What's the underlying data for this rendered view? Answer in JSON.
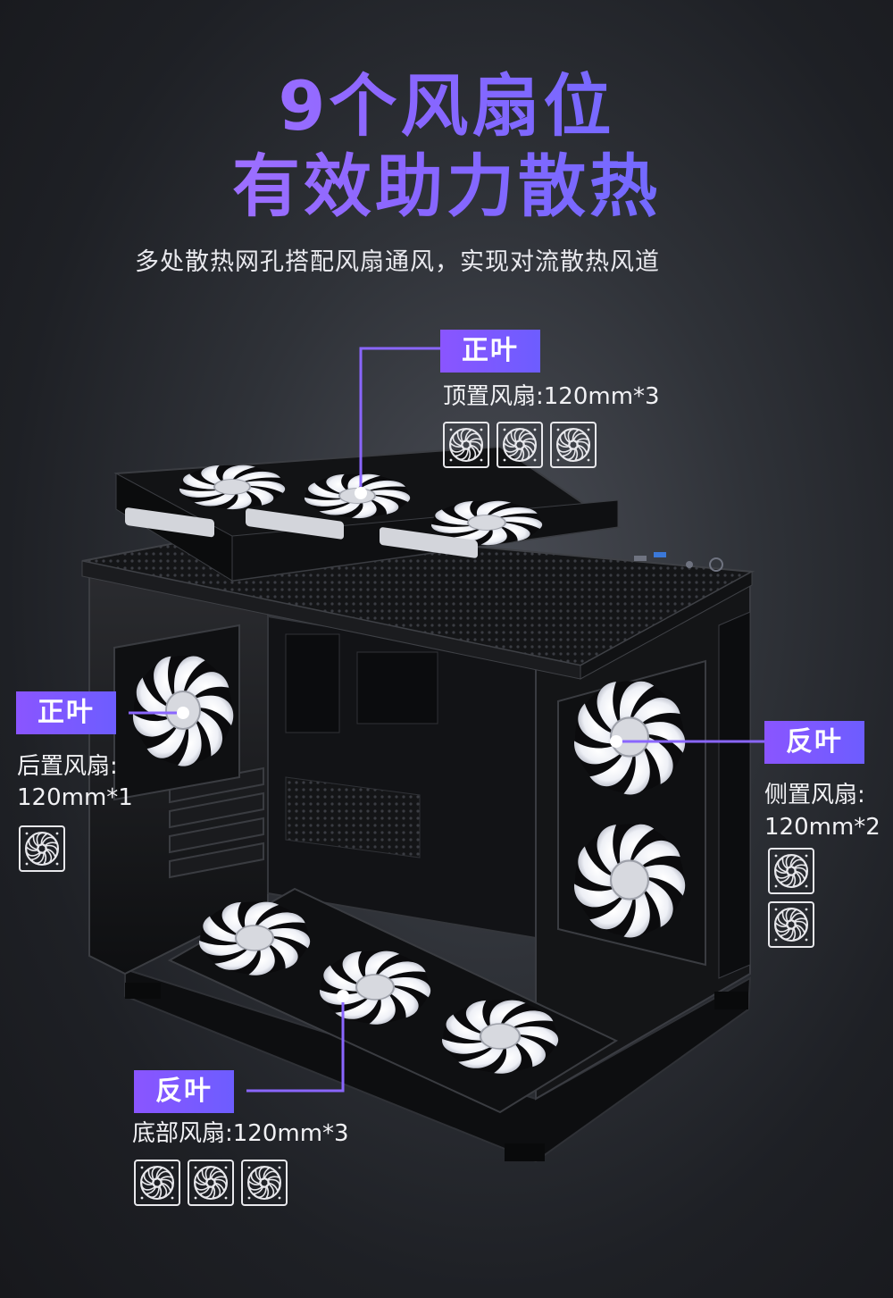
{
  "headline": {
    "line1": "9个风扇位",
    "line2": "有效助力散热"
  },
  "subtitle": "多处散热网孔搭配风扇通风，实现对流散热风道",
  "callouts": {
    "top": {
      "tag": "正叶",
      "spec": "顶置风扇:120mm*3",
      "fan_count": 3
    },
    "rear": {
      "tag": "正叶",
      "spec_line1": "后置风扇:",
      "spec_line2": "120mm*1",
      "fan_count": 1
    },
    "side": {
      "tag": "反叶",
      "spec_line1": "侧置风扇:",
      "spec_line2": "120mm*2",
      "fan_count": 2
    },
    "bottom": {
      "tag": "反叶",
      "spec": "底部风扇:120mm*3",
      "fan_count": 3
    }
  },
  "colors": {
    "accent": "#7a5cff",
    "headline_start": "#b77bff",
    "headline_end": "#5e6dff"
  },
  "icons": {
    "fan": "fan-icon"
  }
}
